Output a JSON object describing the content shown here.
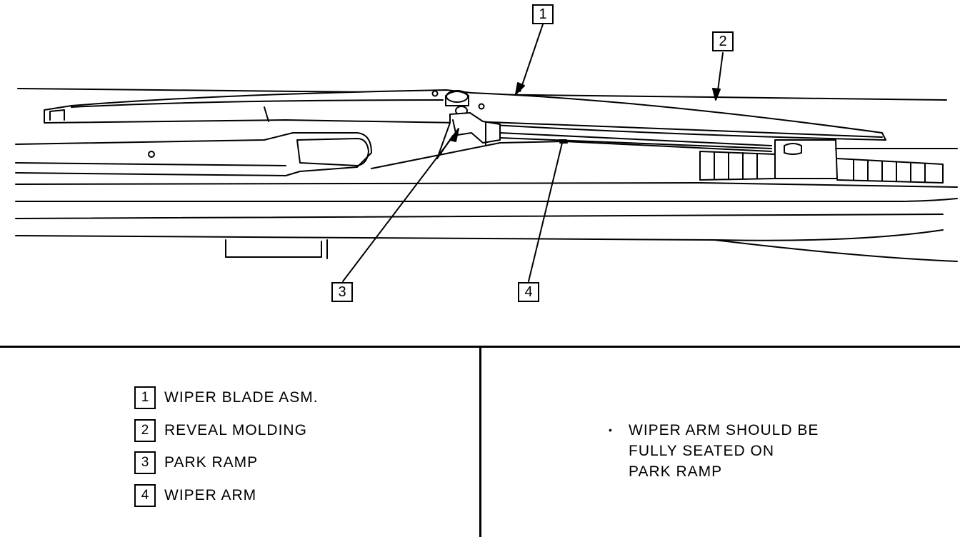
{
  "callouts": [
    "1",
    "2",
    "3",
    "4"
  ],
  "legend": [
    {
      "number": "1",
      "label": "WIPER BLADE ASM."
    },
    {
      "number": "2",
      "label": "REVEAL MOLDING"
    },
    {
      "number": "3",
      "label": "PARK RAMP"
    },
    {
      "number": "4",
      "label": "WIPER ARM"
    }
  ],
  "note": {
    "bullet": "•",
    "lines": [
      "WIPER ARM SHOULD BE",
      "FULLY SEATED ON",
      "PARK RAMP"
    ]
  }
}
